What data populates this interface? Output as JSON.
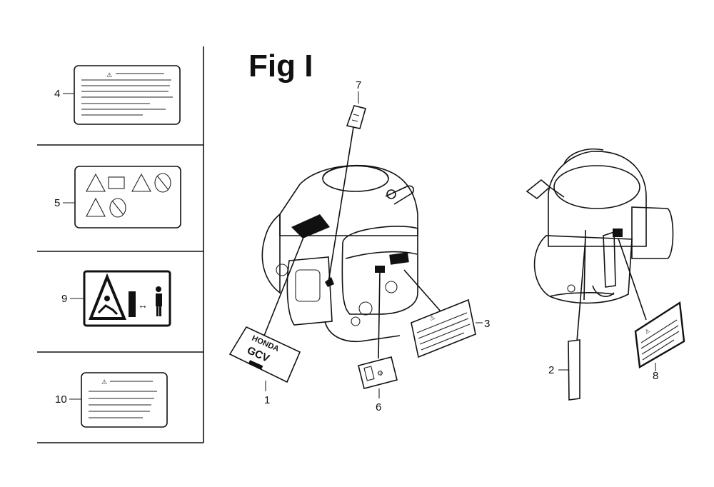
{
  "figure": {
    "title": "Fig I"
  },
  "callouts": {
    "c1": "1",
    "c2": "2",
    "c3": "3",
    "c4": "4",
    "c5": "5",
    "c6": "6",
    "c7": "7",
    "c8": "8",
    "c9": "9",
    "c10": "10"
  },
  "labels": {
    "brand": "HONDA",
    "model": "GCV",
    "warning_symbol": "⚠"
  }
}
